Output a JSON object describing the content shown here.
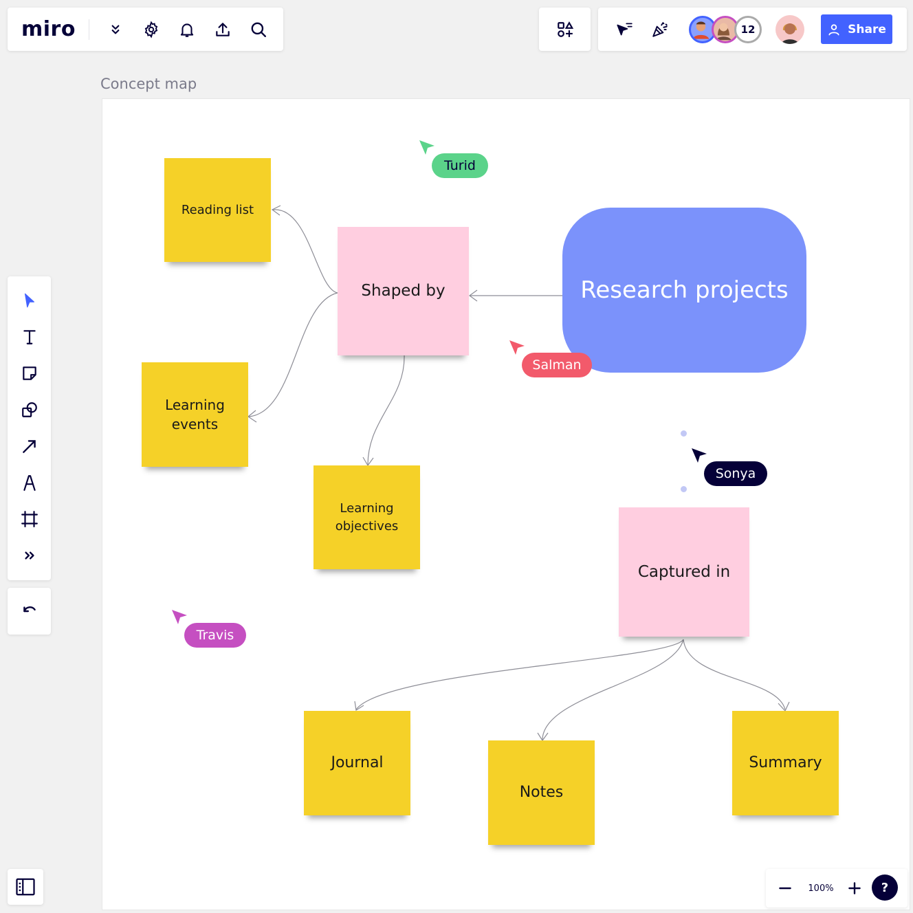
{
  "app": {
    "logo": "miro"
  },
  "board": {
    "title": "Concept map"
  },
  "header": {
    "collaborator_count": "12",
    "share_label": "Share"
  },
  "zoom": {
    "level": "100%",
    "help_label": "?"
  },
  "central": {
    "label": "Research projects",
    "color": "#7b92fb"
  },
  "nodes": {
    "shaped_by": "Shaped by",
    "reading_list": "Reading list",
    "learning_events": "Learning events",
    "learning_objectives": "Learning objectives",
    "captured_in": "Captured in",
    "journal": "Journal",
    "notes": "Notes",
    "summary": "Summary"
  },
  "cursors": [
    {
      "name": "Turid",
      "color": "#5bd38a"
    },
    {
      "name": "Salman",
      "color": "#f25a6b"
    },
    {
      "name": "Sonya",
      "color": "#050038"
    },
    {
      "name": "Travis",
      "color": "#c54fc1"
    }
  ],
  "colors": {
    "sticky_yellow": "#f5d128",
    "sticky_pink": "#ffcee0",
    "accent": "#4262ff"
  }
}
